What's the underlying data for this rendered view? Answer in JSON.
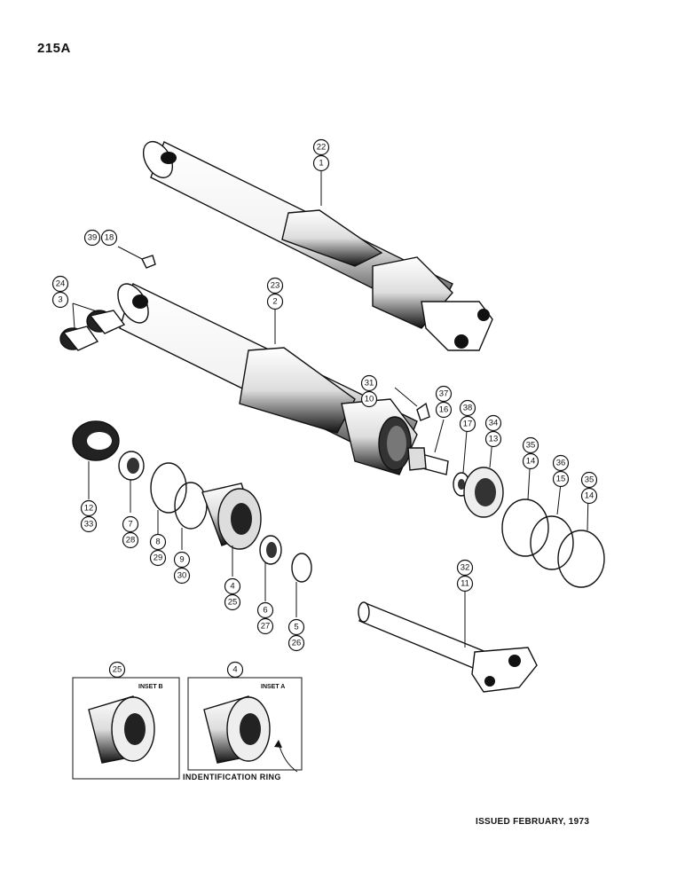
{
  "page": {
    "number": "215A",
    "issued": "ISSUED FEBRUARY, 1973"
  },
  "callouts": [
    {
      "top": "22",
      "bottom": "1"
    },
    {
      "top": "39",
      "bottom": "18"
    },
    {
      "top": "24",
      "bottom": "3"
    },
    {
      "top": "23",
      "bottom": "2"
    },
    {
      "top": "31",
      "bottom": "10"
    },
    {
      "top": "37",
      "bottom": "16"
    },
    {
      "top": "38",
      "bottom": "17"
    },
    {
      "top": "34",
      "bottom": "13"
    },
    {
      "top": "35",
      "bottom": "14"
    },
    {
      "top": "36",
      "bottom": "15"
    },
    {
      "top": "35",
      "bottom": "14"
    },
    {
      "top": "12",
      "bottom": "33"
    },
    {
      "top": "7",
      "bottom": "28"
    },
    {
      "top": "8",
      "bottom": "29"
    },
    {
      "top": "9",
      "bottom": "30"
    },
    {
      "top": "4",
      "bottom": "25"
    },
    {
      "top": "6",
      "bottom": "27"
    },
    {
      "top": "5",
      "bottom": "26"
    },
    {
      "top": "32",
      "bottom": "11"
    }
  ],
  "insets": {
    "b": {
      "label": "INSET B",
      "callout": "25"
    },
    "a": {
      "label": "INSET A",
      "callout": "4"
    },
    "ring_label": "INDENTIFICATION RING"
  }
}
